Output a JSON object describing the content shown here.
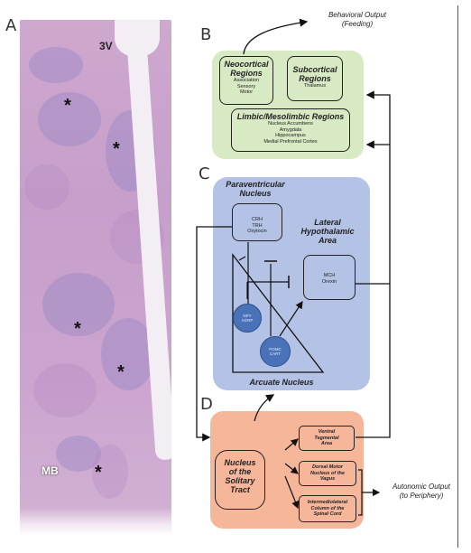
{
  "panels": {
    "a": "A",
    "b": "B",
    "c": "C",
    "d": "D"
  },
  "histology": {
    "ventricle_label": "3V",
    "midbrain_label": "MB",
    "marker": "*"
  },
  "behavioral_output": {
    "line1": "Behavioral Output",
    "line2": "(Feeding)"
  },
  "autonomic_output": {
    "line1": "Autonomic Output",
    "line2": "(to Periphery)"
  },
  "neocortical": {
    "title1": "Neocortical",
    "title2": "Regions",
    "items": [
      "Association",
      "Sensory",
      "Motor"
    ]
  },
  "subcortical": {
    "title1": "Subcortical",
    "title2": "Regions",
    "items": [
      "Thalamus"
    ]
  },
  "limbic": {
    "title": "Limbic/Mesolimbic Regions",
    "items": [
      "Nucleus Accumbens",
      "Amygdala",
      "Hippocampus",
      "Medial Prefrontal Cortex"
    ]
  },
  "pvn": {
    "title1": "Paraventricular",
    "title2": "Nucleus",
    "items": [
      "CRH",
      "TRH",
      "Oxytocin"
    ]
  },
  "lha": {
    "title1": "Lateral",
    "title2": "Hypothalamic",
    "title3": "Area",
    "items": [
      "MCH",
      "Orexin"
    ]
  },
  "arcuate": {
    "title": "Arcuate Nucleus",
    "npy": [
      "NPY",
      "AGRP"
    ],
    "pomc": [
      "POMC",
      "CART"
    ]
  },
  "nts": {
    "line1": "Nucleus",
    "line2": "of the",
    "line3": "Solitary",
    "line4": "Tract"
  },
  "vta": {
    "line1": "Ventral",
    "line2": "Tegmental",
    "line3": "Area"
  },
  "dmnv": {
    "line1": "Dorsal Motor",
    "line2": "Nucleus of the",
    "line3": "Vagus"
  },
  "iml": {
    "line1": "Intermediolateral",
    "line2": "Column of the",
    "line3": "Spinal Cord"
  },
  "colors": {
    "green": "#d8eac3",
    "blue": "#b4c2e6",
    "orange": "#f6b69a",
    "neuron": "#4a72b8"
  }
}
